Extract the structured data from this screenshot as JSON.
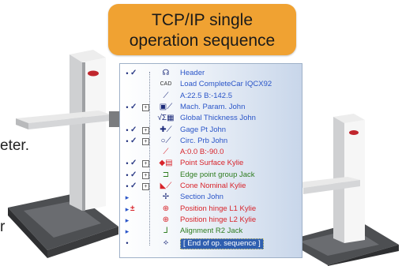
{
  "callout": {
    "line1": "TCP/IP single",
    "line2": "operation sequence"
  },
  "fragments": {
    "left_mid": "eter.",
    "left_low": "r"
  },
  "colors": {
    "blue": "#2a55c8",
    "red": "#d8242b",
    "green": "#2e7d20",
    "navy": "#1b2a7a",
    "orange": "#f0a232"
  },
  "rows": [
    {
      "label": "Header",
      "color": "blue",
      "dot": "•",
      "check": "✓",
      "plus": false,
      "icon": "helmet-icon",
      "glyph": "☊"
    },
    {
      "label": "Load CompleteCar IQCX92",
      "color": "blue",
      "dot": "",
      "check": "",
      "plus": false,
      "icon": "cad-icon",
      "glyph": "CAD"
    },
    {
      "label": "A:22.5 B:-142.5",
      "color": "blue",
      "dot": "",
      "check": "",
      "plus": false,
      "icon": "probe-icon",
      "glyph": "⟋"
    },
    {
      "label": "Mach. Param. John",
      "color": "blue",
      "dot": "•",
      "check": "✓",
      "plus": true,
      "icon": "machine-param-icon",
      "glyph": "▣⟋"
    },
    {
      "label": "Global Thickness John",
      "color": "blue",
      "dot": "",
      "check": "",
      "plus": false,
      "icon": "thickness-icon",
      "glyph": "√Σ▦"
    },
    {
      "label": "Gage Pt John",
      "color": "blue",
      "dot": "•",
      "check": "✓",
      "plus": true,
      "icon": "gage-point-icon",
      "glyph": "✚⟋"
    },
    {
      "label": "Circ. Prb John",
      "color": "blue",
      "dot": "•",
      "check": "✓",
      "plus": true,
      "icon": "circle-probe-icon",
      "glyph": "○⟋"
    },
    {
      "label": "A:0.0 B:-90.0",
      "color": "red",
      "dot": "",
      "check": "",
      "plus": false,
      "icon": "probe-icon",
      "glyph": "⟋"
    },
    {
      "label": "Point Surface Kylie",
      "color": "red",
      "dot": "•",
      "check": "✓",
      "plus": true,
      "icon": "point-surface-icon",
      "glyph": "◆▤"
    },
    {
      "label": "Edge point group Jack",
      "color": "green",
      "dot": "•",
      "check": "✓",
      "plus": true,
      "icon": "edge-point-icon",
      "glyph": "⊐"
    },
    {
      "label": "Cone Nominal Kylie",
      "color": "red",
      "dot": "•",
      "check": "✓",
      "plus": true,
      "icon": "cone-icon",
      "glyph": "◣⟋"
    },
    {
      "label": "Section John",
      "color": "blue",
      "dot": "▸",
      "check": "",
      "plus": false,
      "icon": "section-icon",
      "glyph": "✢"
    },
    {
      "label": "Position hinge L1 Kylie",
      "color": "red",
      "dot": "▸",
      "check": "±",
      "plus": false,
      "icon": "target-icon",
      "glyph": "⊕"
    },
    {
      "label": "Position hinge L2 Kylie",
      "color": "red",
      "dot": "▸",
      "check": "",
      "plus": false,
      "icon": "target-icon",
      "glyph": "⊕"
    },
    {
      "label": "Alignment R2 Jack",
      "color": "green",
      "dot": "▸",
      "check": "",
      "plus": false,
      "icon": "alignment-icon",
      "glyph": "⅃"
    },
    {
      "label": "[ End of op. sequence ]",
      "color": "selected",
      "dot": "•",
      "check": "",
      "plus": false,
      "icon": "end-sequence-icon",
      "glyph": "⟡"
    }
  ]
}
